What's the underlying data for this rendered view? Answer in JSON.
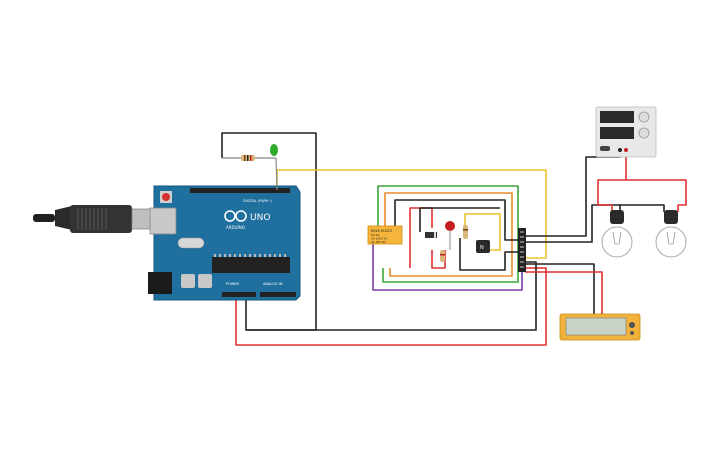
{
  "arduino": {
    "brand": "ARDUINO",
    "model": "UNO",
    "digital_label": "DIGITAL (PWM~)",
    "power_label": "POWER",
    "analog_label": "ANALOG IN"
  },
  "relay": {
    "model": "KS2E-M-DC5",
    "spec1": "5V DC",
    "spec2": "1A 125V AC",
    "spec3": "2A 30V DC"
  },
  "transistor": {
    "label": "N"
  },
  "colors": {
    "board": "#1f6f9f",
    "wire_black": "#222222",
    "wire_red": "#e03030",
    "wire_yellow": "#eac22a",
    "wire_green": "#3aa63a",
    "wire_orange": "#e98b2a",
    "wire_purple": "#7a3aa8",
    "relay": "#f5b43a",
    "multimeter": "#f2b33d",
    "led_green": "#2faa2a",
    "led_red": "#c81e1e"
  }
}
